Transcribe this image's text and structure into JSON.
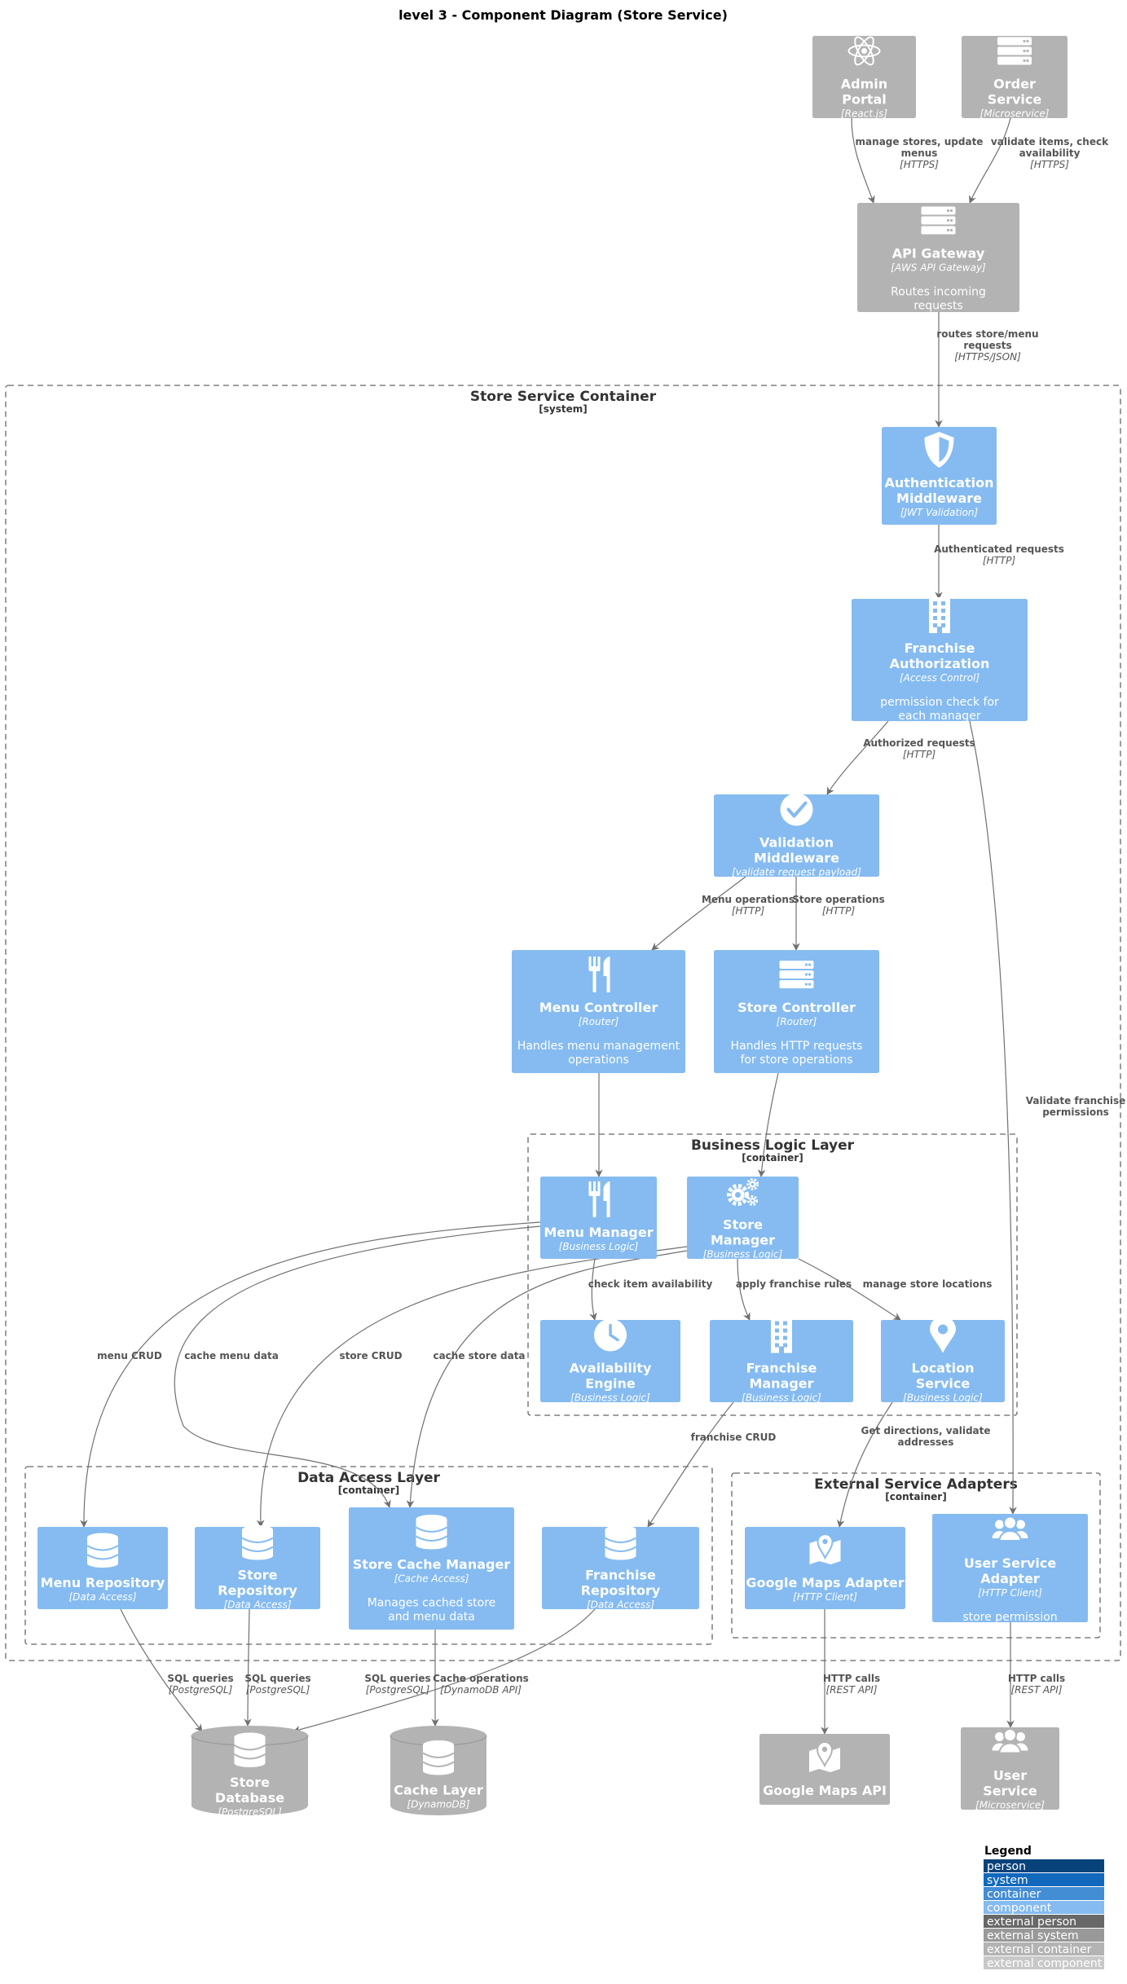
{
  "title": "level 3 - Component Diagram (Store Service)",
  "colors": {
    "component": "#85bbf0",
    "external": "#b3b3b3",
    "arrow": "#707070",
    "boundary": "#666666"
  },
  "boundaries": [
    {
      "id": "b_store",
      "label": "Store Service Container",
      "type": "[system]"
    },
    {
      "id": "b_blogic",
      "label": "Business Logic Layer",
      "type": "[container]"
    },
    {
      "id": "b_dal",
      "label": "Data Access Layer",
      "type": "[container]"
    },
    {
      "id": "b_ext",
      "label": "External Service Adapters",
      "type": "[container]"
    }
  ],
  "nodes": [
    {
      "id": "admin",
      "label": "Admin Portal",
      "tech": "[React.js]",
      "desc": "",
      "icon": "react-icon",
      "kind": "external"
    },
    {
      "id": "order",
      "label": "Order Service",
      "tech": "[Microservice]",
      "desc": "",
      "icon": "server-icon",
      "kind": "external"
    },
    {
      "id": "gateway",
      "label": "API Gateway",
      "tech": "[AWS API Gateway]",
      "desc": "Routes incoming requests",
      "icon": "server-icon",
      "kind": "external"
    },
    {
      "id": "auth",
      "label": "Authentication Middleware",
      "tech": "[JWT Validation]",
      "desc": "",
      "icon": "shield-icon",
      "kind": "component"
    },
    {
      "id": "franchise_auth",
      "label": "Franchise Authorization",
      "tech": "[Access Control]",
      "desc": "permission check for each manager",
      "icon": "building-icon",
      "kind": "component"
    },
    {
      "id": "validation",
      "label": "Validation Middleware",
      "tech": "[validate request payload]",
      "desc": "",
      "icon": "check-circle-icon",
      "kind": "component"
    },
    {
      "id": "menu_ctrl",
      "label": "Menu Controller",
      "tech": "[Router]",
      "desc": "Handles menu management operations",
      "icon": "cutlery-icon",
      "kind": "component"
    },
    {
      "id": "store_ctrl",
      "label": "Store Controller",
      "tech": "[Router]",
      "desc": "Handles HTTP requests for store operations",
      "icon": "server-icon",
      "kind": "component"
    },
    {
      "id": "menu_mgr",
      "label": "Menu Manager",
      "tech": "[Business Logic]",
      "desc": "",
      "icon": "cutlery-icon",
      "kind": "component"
    },
    {
      "id": "store_mgr",
      "label": "Store Manager",
      "tech": "[Business Logic]",
      "desc": "",
      "icon": "gears-icon",
      "kind": "component"
    },
    {
      "id": "avail",
      "label": "Availability Engine",
      "tech": "[Business Logic]",
      "desc": "",
      "icon": "clock-icon",
      "kind": "component"
    },
    {
      "id": "franchise_mgr",
      "label": "Franchise Manager",
      "tech": "[Business Logic]",
      "desc": "",
      "icon": "building-icon",
      "kind": "component"
    },
    {
      "id": "location",
      "label": "Location Service",
      "tech": "[Business Logic]",
      "desc": "",
      "icon": "map-pin-icon",
      "kind": "component"
    },
    {
      "id": "menu_repo",
      "label": "Menu Repository",
      "tech": "[Data Access]",
      "desc": "",
      "icon": "database-icon",
      "kind": "component"
    },
    {
      "id": "store_repo",
      "label": "Store Repository",
      "tech": "[Data Access]",
      "desc": "",
      "icon": "database-icon",
      "kind": "component"
    },
    {
      "id": "cache_mgr",
      "label": "Store Cache Manager",
      "tech": "[Cache Access]",
      "desc": "Manages cached store and menu data",
      "icon": "database-icon",
      "kind": "component"
    },
    {
      "id": "franchise_repo",
      "label": "Franchise Repository",
      "tech": "[Data Access]",
      "desc": "",
      "icon": "database-icon",
      "kind": "component"
    },
    {
      "id": "gmaps_adapter",
      "label": "Google Maps Adapter",
      "tech": "[HTTP Client]",
      "desc": "",
      "icon": "map-icon",
      "kind": "component"
    },
    {
      "id": "user_adapter",
      "label": "User Service Adapter",
      "tech": "[HTTP Client]",
      "desc": "store permission",
      "icon": "users-icon",
      "kind": "component"
    },
    {
      "id": "store_db",
      "label": "Store Database",
      "tech": "[PostgreSQL]",
      "desc": "",
      "icon": "database-icon",
      "kind": "external-db"
    },
    {
      "id": "cache_layer",
      "label": "Cache Layer",
      "tech": "[DynamoDB]",
      "desc": "",
      "icon": "database-icon",
      "kind": "external-db"
    },
    {
      "id": "gmaps_api",
      "label": "Google Maps API",
      "tech": "",
      "desc": "",
      "icon": "map-icon",
      "kind": "external"
    },
    {
      "id": "user_service",
      "label": "User Service",
      "tech": "[Microservice]",
      "desc": "",
      "icon": "users-icon",
      "kind": "external"
    }
  ],
  "edges": [
    {
      "from": "admin",
      "to": "gateway",
      "label": "manage stores, update menus",
      "tech": "[HTTPS]"
    },
    {
      "from": "order",
      "to": "gateway",
      "label": "validate items, check availability",
      "tech": "[HTTPS]"
    },
    {
      "from": "gateway",
      "to": "auth",
      "label": "routes store/menu requests",
      "tech": "[HTTPS/JSON]"
    },
    {
      "from": "auth",
      "to": "franchise_auth",
      "label": "Authenticated requests",
      "tech": "[HTTP]"
    },
    {
      "from": "franchise_auth",
      "to": "validation",
      "label": "Authorized requests",
      "tech": "[HTTP]"
    },
    {
      "from": "franchise_auth",
      "to": "user_adapter",
      "label": "Validate franchise permissions",
      "tech": ""
    },
    {
      "from": "validation",
      "to": "menu_ctrl",
      "label": "Menu operations",
      "tech": "[HTTP]"
    },
    {
      "from": "validation",
      "to": "store_ctrl",
      "label": "Store operations",
      "tech": "[HTTP]"
    },
    {
      "from": "menu_ctrl",
      "to": "menu_mgr",
      "label": "",
      "tech": ""
    },
    {
      "from": "store_ctrl",
      "to": "store_mgr",
      "label": "",
      "tech": ""
    },
    {
      "from": "menu_mgr",
      "to": "avail",
      "label": "check item availability",
      "tech": ""
    },
    {
      "from": "store_mgr",
      "to": "franchise_mgr",
      "label": "apply franchise rules",
      "tech": ""
    },
    {
      "from": "store_mgr",
      "to": "location",
      "label": "manage store locations",
      "tech": ""
    },
    {
      "from": "menu_mgr",
      "to": "menu_repo",
      "label": "menu CRUD",
      "tech": ""
    },
    {
      "from": "menu_mgr",
      "to": "cache_mgr",
      "label": "cache menu data",
      "tech": ""
    },
    {
      "from": "store_mgr",
      "to": "store_repo",
      "label": "store CRUD",
      "tech": ""
    },
    {
      "from": "store_mgr",
      "to": "cache_mgr",
      "label": "cache store data",
      "tech": ""
    },
    {
      "from": "franchise_mgr",
      "to": "franchise_repo",
      "label": "franchise CRUD",
      "tech": ""
    },
    {
      "from": "location",
      "to": "gmaps_adapter",
      "label": "Get directions, validate addresses",
      "tech": ""
    },
    {
      "from": "menu_repo",
      "to": "store_db",
      "label": "SQL queries",
      "tech": "[PostgreSQL]"
    },
    {
      "from": "store_repo",
      "to": "store_db",
      "label": "SQL queries",
      "tech": "[PostgreSQL]"
    },
    {
      "from": "franchise_repo",
      "to": "store_db",
      "label": "SQL queries",
      "tech": "[PostgreSQL]"
    },
    {
      "from": "cache_mgr",
      "to": "cache_layer",
      "label": "Cache operations",
      "tech": "[DynamoDB API]"
    },
    {
      "from": "gmaps_adapter",
      "to": "gmaps_api",
      "label": "HTTP calls",
      "tech": "[REST API]"
    },
    {
      "from": "user_adapter",
      "to": "user_service",
      "label": "HTTP calls",
      "tech": "[REST API]"
    }
  ],
  "legend": {
    "title": "Legend",
    "items": [
      {
        "label": "person",
        "color": "#08427b"
      },
      {
        "label": "system",
        "color": "#1168bd"
      },
      {
        "label": "container",
        "color": "#438dd5"
      },
      {
        "label": "component",
        "color": "#85bbf0"
      },
      {
        "label": "external person",
        "color": "#686868"
      },
      {
        "label": "external system",
        "color": "#999999"
      },
      {
        "label": "external container",
        "color": "#b3b3b3"
      },
      {
        "label": "external component",
        "color": "#c8c8c8"
      }
    ]
  }
}
